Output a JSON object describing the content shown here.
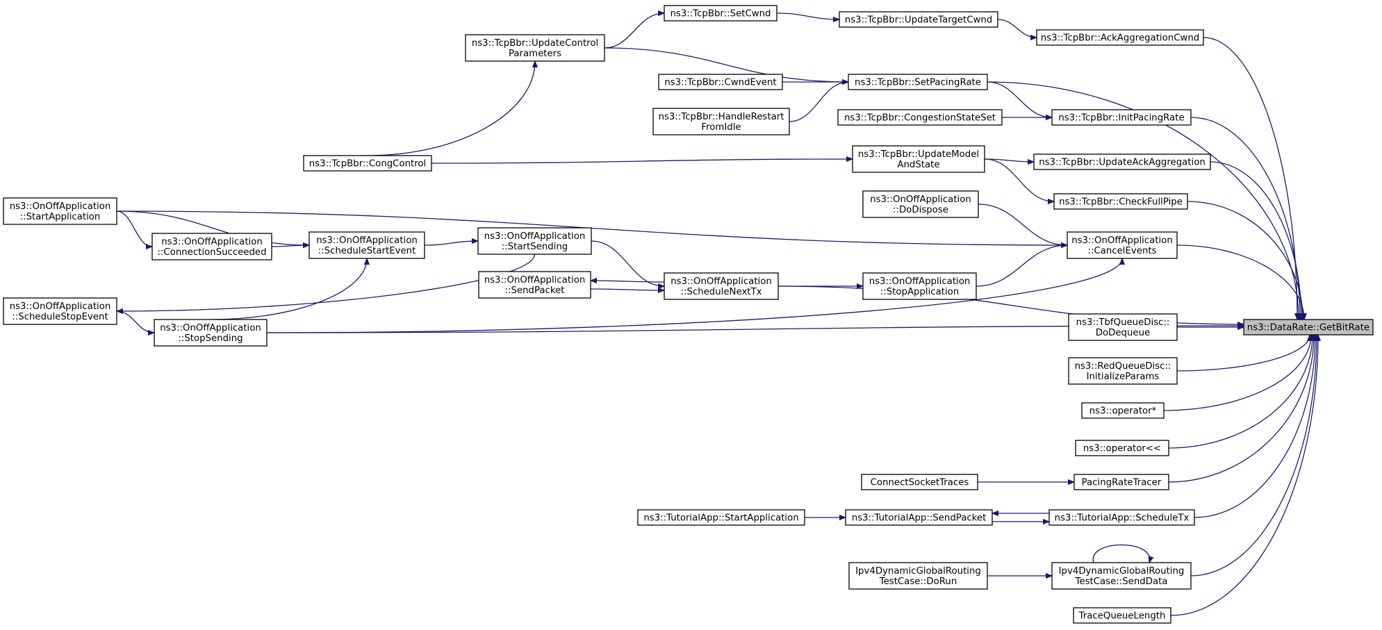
{
  "nodes": [
    {
      "id": "getbitrate",
      "lines": [
        "ns3::DataRate::GetBitRate"
      ],
      "highlight": true
    },
    {
      "id": "setcwnd",
      "lines": [
        "ns3::TcpBbr::SetCwnd"
      ]
    },
    {
      "id": "updatetargetcwnd",
      "lines": [
        "ns3::TcpBbr::UpdateTargetCwnd"
      ]
    },
    {
      "id": "ackaggregationcwnd",
      "lines": [
        "ns3::TcpBbr::AckAggregationCwnd"
      ]
    },
    {
      "id": "updatecontrolparams",
      "lines": [
        "ns3::TcpBbr::UpdateControl",
        "Parameters"
      ]
    },
    {
      "id": "cwndevent",
      "lines": [
        "ns3::TcpBbr::CwndEvent"
      ]
    },
    {
      "id": "setpacingrate",
      "lines": [
        "ns3::TcpBbr::SetPacingRate"
      ]
    },
    {
      "id": "handlerestart",
      "lines": [
        "ns3::TcpBbr::HandleRestart",
        "FromIdle"
      ]
    },
    {
      "id": "congestionstateset",
      "lines": [
        "ns3::TcpBbr::CongestionStateSet"
      ]
    },
    {
      "id": "initpacingrate",
      "lines": [
        "ns3::TcpBbr::InitPacingRate"
      ]
    },
    {
      "id": "congcontrol",
      "lines": [
        "ns3::TcpBbr::CongControl"
      ]
    },
    {
      "id": "updatemodelandstate",
      "lines": [
        "ns3::TcpBbr::UpdateModel",
        "AndState"
      ]
    },
    {
      "id": "updateackaggregation",
      "lines": [
        "ns3::TcpBbr::UpdateAckAggregation"
      ]
    },
    {
      "id": "checkfullpipe",
      "lines": [
        "ns3::TcpBbr::CheckFullPipe"
      ]
    },
    {
      "id": "onoff_startapplication",
      "lines": [
        "ns3::OnOffApplication",
        "::StartApplication"
      ]
    },
    {
      "id": "onoff_dodispose",
      "lines": [
        "ns3::OnOffApplication",
        "::DoDispose"
      ]
    },
    {
      "id": "onoff_connectionsucceeded",
      "lines": [
        "ns3::OnOffApplication",
        "::ConnectionSucceeded"
      ]
    },
    {
      "id": "onoff_schedulestartevent",
      "lines": [
        "ns3::OnOffApplication",
        "::ScheduleStartEvent"
      ]
    },
    {
      "id": "onoff_startsending",
      "lines": [
        "ns3::OnOffApplication",
        "::StartSending"
      ]
    },
    {
      "id": "onoff_cancelevents",
      "lines": [
        "ns3::OnOffApplication",
        "::CancelEvents"
      ]
    },
    {
      "id": "onoff_sendpacket",
      "lines": [
        "ns3::OnOffApplication",
        "::SendPacket"
      ]
    },
    {
      "id": "onoff_schedulenexttx",
      "lines": [
        "ns3::OnOffApplication",
        "::ScheduleNextTx"
      ]
    },
    {
      "id": "onoff_stopapplication",
      "lines": [
        "ns3::OnOffApplication",
        "::StopApplication"
      ]
    },
    {
      "id": "onoff_schedulestopevent",
      "lines": [
        "ns3::OnOffApplication",
        "::ScheduleStopEvent"
      ]
    },
    {
      "id": "onoff_stopsending",
      "lines": [
        "ns3::OnOffApplication",
        "::StopSending"
      ]
    },
    {
      "id": "tbf_dodequeue",
      "lines": [
        "ns3::TbfQueueDisc::",
        "DoDequeue"
      ]
    },
    {
      "id": "red_initializeparams",
      "lines": [
        "ns3::RedQueueDisc::",
        "InitializeParams"
      ]
    },
    {
      "id": "operator_mul",
      "lines": [
        "ns3::operator*"
      ]
    },
    {
      "id": "operator_shl",
      "lines": [
        "ns3::operator<<"
      ]
    },
    {
      "id": "connectsockettraces",
      "lines": [
        "ConnectSocketTraces"
      ]
    },
    {
      "id": "pacingratetracer",
      "lines": [
        "PacingRateTracer"
      ]
    },
    {
      "id": "tutorial_startapplication",
      "lines": [
        "ns3::TutorialApp::StartApplication"
      ]
    },
    {
      "id": "tutorial_sendpacket",
      "lines": [
        "ns3::TutorialApp::SendPacket"
      ]
    },
    {
      "id": "tutorial_scheduletx",
      "lines": [
        "ns3::TutorialApp::ScheduleTx"
      ]
    },
    {
      "id": "ipv4_dorun",
      "lines": [
        "Ipv4DynamicGlobalRouting",
        "TestCase::DoRun"
      ]
    },
    {
      "id": "ipv4_senddata",
      "lines": [
        "Ipv4DynamicGlobalRouting",
        "TestCase::SendData"
      ]
    },
    {
      "id": "tracequeuelength",
      "lines": [
        "TraceQueueLength"
      ]
    }
  ],
  "edges": [
    [
      "updatecontrolparams",
      "setcwnd"
    ],
    [
      "setcwnd",
      "updatetargetcwnd"
    ],
    [
      "updatetargetcwnd",
      "ackaggregationcwnd"
    ],
    [
      "ackaggregationcwnd",
      "getbitrate"
    ],
    [
      "updatecontrolparams",
      "setpacingrate"
    ],
    [
      "cwndevent",
      "setpacingrate"
    ],
    [
      "handlerestart",
      "setpacingrate"
    ],
    [
      "setpacingrate",
      "getbitrate"
    ],
    [
      "setpacingrate",
      "initpacingrate"
    ],
    [
      "congestionstateset",
      "initpacingrate"
    ],
    [
      "initpacingrate",
      "getbitrate"
    ],
    [
      "congcontrol",
      "updatecontrolparams"
    ],
    [
      "congcontrol",
      "updatemodelandstate"
    ],
    [
      "updatemodelandstate",
      "updateackaggregation"
    ],
    [
      "updatemodelandstate",
      "checkfullpipe"
    ],
    [
      "updateackaggregation",
      "getbitrate"
    ],
    [
      "checkfullpipe",
      "getbitrate"
    ],
    [
      "onoff_startapplication",
      "onoff_cancelevents"
    ],
    [
      "onoff_startapplication",
      "onoff_connectionsucceeded"
    ],
    [
      "onoff_startapplication",
      "onoff_schedulestartevent"
    ],
    [
      "onoff_connectionsucceeded",
      "onoff_schedulestartevent"
    ],
    [
      "onoff_schedulestartevent",
      "onoff_startsending"
    ],
    [
      "onoff_startsending",
      "onoff_schedulestopevent"
    ],
    [
      "onoff_startsending",
      "onoff_schedulenexttx"
    ],
    [
      "onoff_dodispose",
      "onoff_cancelevents"
    ],
    [
      "onoff_cancelevents",
      "getbitrate"
    ],
    [
      "onoff_schedulenexttx",
      "onoff_sendpacket"
    ],
    [
      "onoff_sendpacket",
      "onoff_schedulenexttx"
    ],
    [
      "onoff_schedulenexttx",
      "onoff_stopapplication"
    ],
    [
      "onoff_schedulenexttx",
      "getbitrate"
    ],
    [
      "onoff_stopapplication",
      "onoff_cancelevents"
    ],
    [
      "onoff_schedulestopevent",
      "onoff_stopsending"
    ],
    [
      "onoff_stopsending",
      "onoff_schedulestartevent"
    ],
    [
      "onoff_stopsending",
      "onoff_cancelevents"
    ],
    [
      "onoff_stopsending",
      "getbitrate"
    ],
    [
      "tbf_dodequeue",
      "getbitrate"
    ],
    [
      "red_initializeparams",
      "getbitrate"
    ],
    [
      "operator_mul",
      "getbitrate"
    ],
    [
      "operator_shl",
      "getbitrate"
    ],
    [
      "connectsockettraces",
      "pacingratetracer"
    ],
    [
      "pacingratetracer",
      "getbitrate"
    ],
    [
      "tutorial_startapplication",
      "tutorial_sendpacket"
    ],
    [
      "tutorial_sendpacket",
      "tutorial_scheduletx"
    ],
    [
      "tutorial_scheduletx",
      "tutorial_sendpacket"
    ],
    [
      "tutorial_scheduletx",
      "getbitrate"
    ],
    [
      "ipv4_dorun",
      "ipv4_senddata"
    ],
    [
      "ipv4_senddata",
      "ipv4_senddata"
    ],
    [
      "ipv4_senddata",
      "getbitrate"
    ],
    [
      "tracequeuelength",
      "getbitrate"
    ]
  ]
}
